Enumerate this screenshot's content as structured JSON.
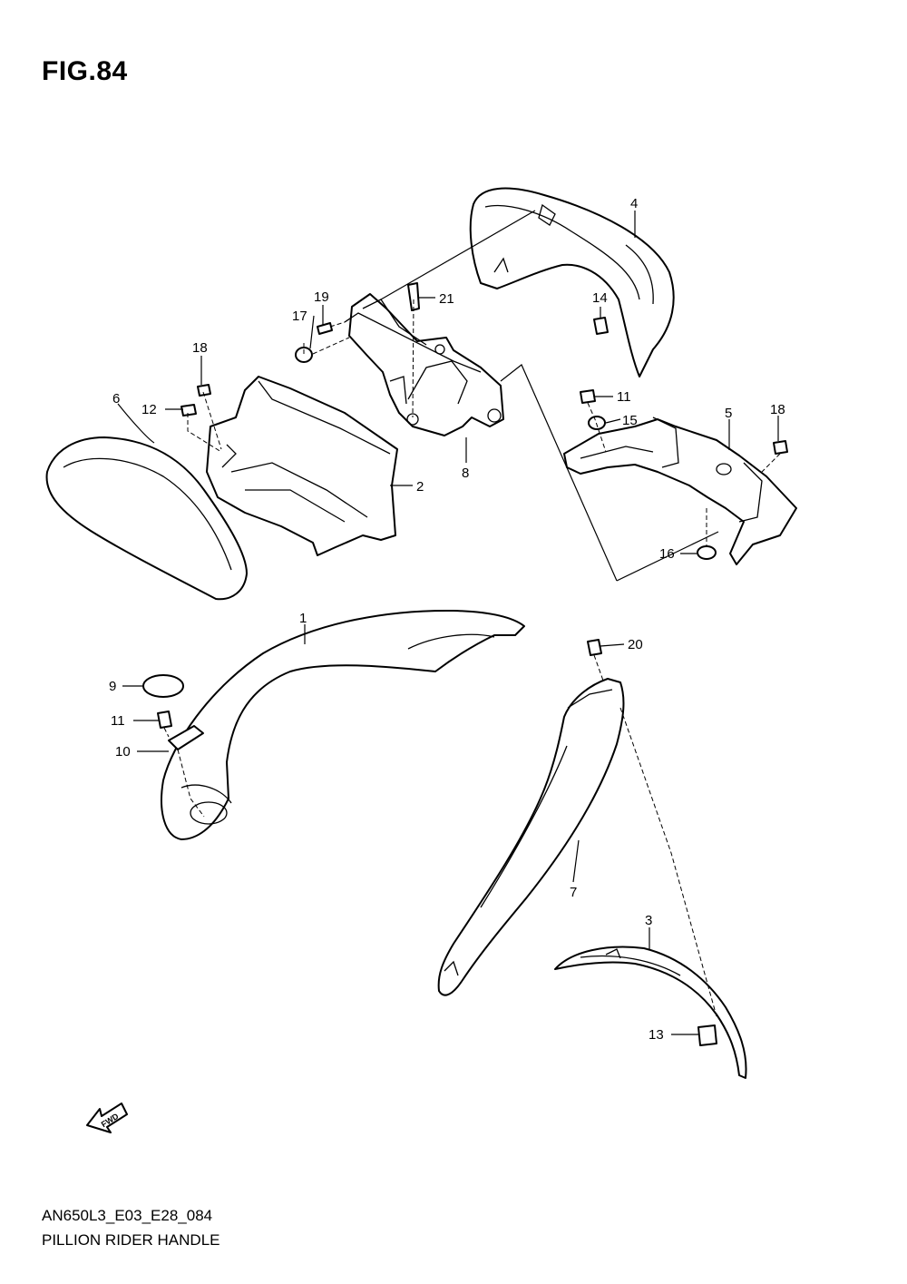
{
  "figure": {
    "title": "FIG.84"
  },
  "callouts": {
    "p1": "1",
    "p2": "2",
    "p3": "3",
    "p4": "4",
    "p5": "5",
    "p6": "6",
    "p7": "7",
    "p8": "8",
    "p9": "9",
    "p10": "10",
    "p11a": "11",
    "p11b": "11",
    "p12": "12",
    "p13": "13",
    "p14": "14",
    "p15": "15",
    "p16": "16",
    "p17": "17",
    "p18a": "18",
    "p18b": "18",
    "p19": "19",
    "p20": "20",
    "p21": "21"
  },
  "fwd_arrow": {
    "label": "FWD",
    "icon": "fwd-arrow-icon"
  },
  "footer": {
    "code": "AN650L3_E03_E28_084",
    "caption": "PILLION RIDER HANDLE"
  }
}
